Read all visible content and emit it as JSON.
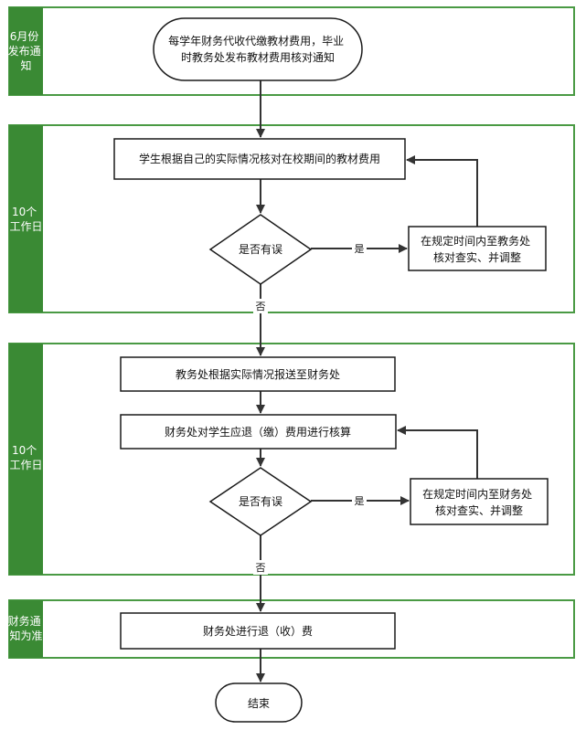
{
  "lanes": [
    {
      "id": "notice",
      "label": [
        "6月份",
        "发布通",
        "知"
      ]
    },
    {
      "id": "check1",
      "label": [
        "10个",
        "工作日"
      ]
    },
    {
      "id": "check2",
      "label": [
        "10个",
        "工作日"
      ]
    },
    {
      "id": "final",
      "label": [
        "财务通",
        "知为准"
      ]
    }
  ],
  "nodes": {
    "start": [
      "每学年财务代收代缴教材费用，毕业",
      "时教务处发布教材费用核对通知"
    ],
    "student_check": [
      "学生根据自己的实际情况核对在校期间的教材费用"
    ],
    "decision1": [
      "是否有误"
    ],
    "fix1": [
      "在规定时间内至教务处",
      "核对查实、并调整"
    ],
    "report": [
      "教务处根据实际情况报送至财务处"
    ],
    "accounting": [
      "财务处对学生应退（缴）费用进行核算"
    ],
    "decision2": [
      "是否有误"
    ],
    "fix2": [
      "在规定时间内至财务处",
      "核对查实、并调整"
    ],
    "refund": [
      "财务处进行退（收）费"
    ],
    "end": [
      "结束"
    ]
  },
  "edge_labels": {
    "yes1": "是",
    "no1": "否",
    "yes2": "是",
    "no2": "否"
  }
}
